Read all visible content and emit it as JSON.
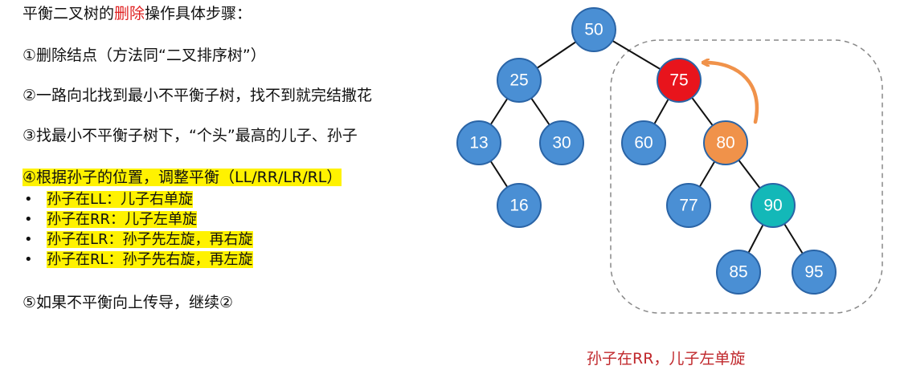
{
  "left_panel": {
    "title_prefix": "平衡二叉树的",
    "title_emphasis": "删除",
    "title_suffix": "操作具体步骤：",
    "steps": [
      "①删除结点（方法同“二叉排序树”）",
      "②一路向北找到最小不平衡子树，找不到就完结撒花",
      "③找最小不平衡子树下，“个头”最高的儿子、孙子",
      "④根据孙子的位置，调整平衡（LL/RR/LR/RL）"
    ],
    "bullets": [
      "孙子在LL：儿子右单旋",
      "孙子在RR：儿子左单旋",
      "孙子在LR：孙子先左旋，再右旋",
      "孙子在RL：孙子先右旋，再左旋"
    ],
    "step5": "⑤如果不平衡向上传导，继续②"
  },
  "tree": {
    "nodes": [
      {
        "id": "n50",
        "label": "50",
        "color": "#4a8fd4"
      },
      {
        "id": "n25",
        "label": "25",
        "color": "#4a8fd4"
      },
      {
        "id": "n75",
        "label": "75",
        "color": "#e8141c"
      },
      {
        "id": "n13",
        "label": "13",
        "color": "#4a8fd4"
      },
      {
        "id": "n30",
        "label": "30",
        "color": "#4a8fd4"
      },
      {
        "id": "n60",
        "label": "60",
        "color": "#4a8fd4"
      },
      {
        "id": "n80",
        "label": "80",
        "color": "#f0924a"
      },
      {
        "id": "n16",
        "label": "16",
        "color": "#4a8fd4"
      },
      {
        "id": "n77",
        "label": "77",
        "color": "#4a8fd4"
      },
      {
        "id": "n90",
        "label": "90",
        "color": "#13b8b8"
      },
      {
        "id": "n85",
        "label": "85",
        "color": "#4a8fd4"
      },
      {
        "id": "n95",
        "label": "95",
        "color": "#4a8fd4"
      }
    ],
    "edges": [
      [
        "n50",
        "n25"
      ],
      [
        "n50",
        "n75"
      ],
      [
        "n25",
        "n13"
      ],
      [
        "n25",
        "n30"
      ],
      [
        "n13",
        "n16"
      ],
      [
        "n75",
        "n60"
      ],
      [
        "n75",
        "n80"
      ],
      [
        "n80",
        "n77"
      ],
      [
        "n80",
        "n90"
      ],
      [
        "n90",
        "n85"
      ],
      [
        "n90",
        "n95"
      ]
    ],
    "node_border_color": "#2a64a6",
    "arrow_color": "#f0924a"
  },
  "caption": "孙子在RR，儿子左单旋"
}
